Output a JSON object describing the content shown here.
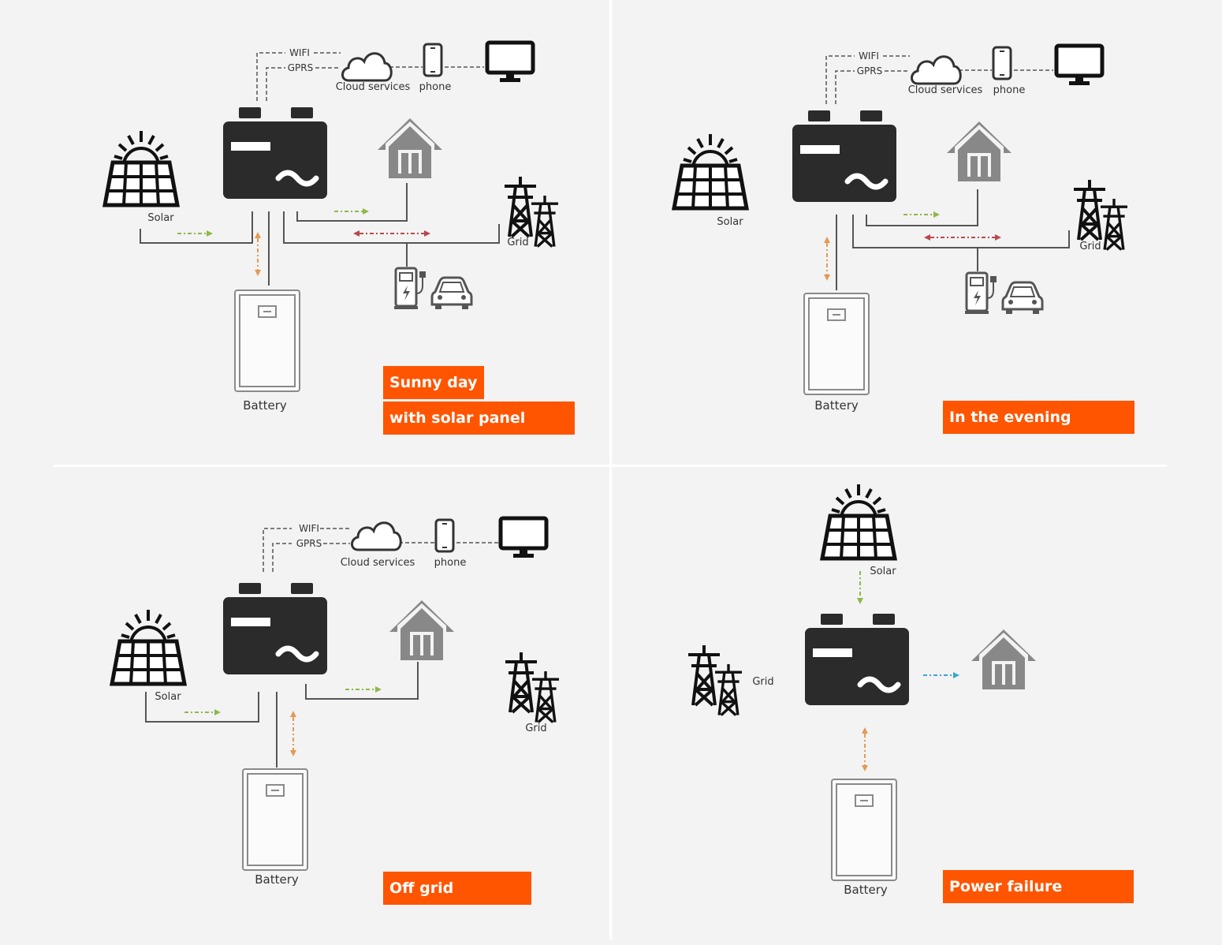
{
  "colors": {
    "background": "#f3f3f3",
    "badge": "#ff5500",
    "badge_text": "#ffffff",
    "device": "#2b2b2b",
    "house": "#888888",
    "flow_green": "#8db84a",
    "flow_red": "#b8494d",
    "flow_orange": "#e39a55",
    "flow_blue": "#39a6cf"
  },
  "icons": [
    "solar-panel-icon",
    "inverter-icon",
    "house-icon",
    "grid-tower-icon",
    "battery-icon",
    "cloud-icon",
    "phone-icon",
    "monitor-icon",
    "ev-charger-icon",
    "car-icon"
  ],
  "panels": [
    {
      "labels": {
        "wifi": "WIFI",
        "gprs": "GPRS",
        "cloud": "Cloud services",
        "phone": "phone",
        "solar": "Solar",
        "grid": "Grid",
        "battery": "Battery"
      },
      "badge": [
        "Sunny day",
        "with solar panel"
      ]
    },
    {
      "labels": {
        "wifi": "WIFI",
        "gprs": "GPRS",
        "cloud": "Cloud services",
        "phone": "phone",
        "solar": "Solar",
        "grid": "Grid",
        "battery": "Battery"
      },
      "badge": [
        "In the evening"
      ]
    },
    {
      "labels": {
        "wifi": "WIFI",
        "gprs": "GPRS",
        "cloud": "Cloud services",
        "phone": "phone",
        "solar": "Solar",
        "grid": "Grid",
        "battery": "Battery"
      },
      "badge": [
        "Off grid"
      ]
    },
    {
      "labels": {
        "solar": "Solar",
        "grid": "Grid",
        "battery": "Battery"
      },
      "badge": [
        "Power failure"
      ]
    }
  ]
}
